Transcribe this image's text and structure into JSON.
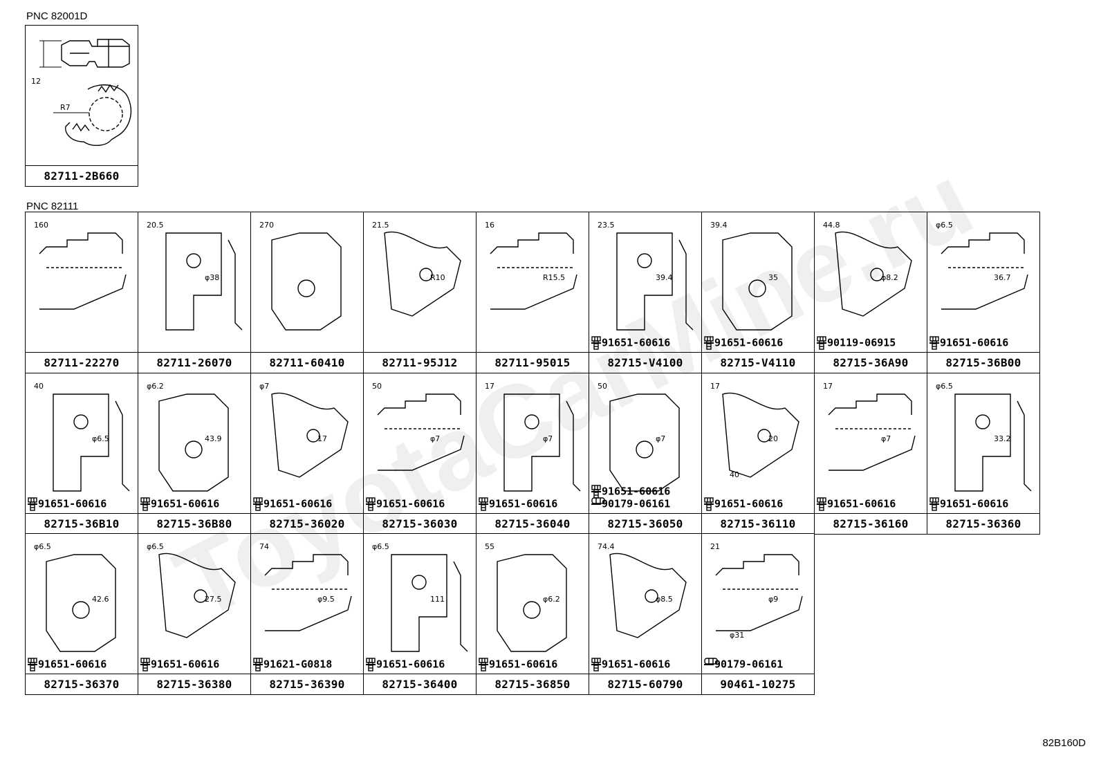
{
  "page": {
    "pnc_top": "PNC 82001D",
    "pnc_main": "PNC 82111",
    "figure_code": "82B160D",
    "watermark": "ToyotaCarMine.ru"
  },
  "top_part": {
    "part_no": "82711-2B660",
    "dims": [
      "12",
      "R7"
    ]
  },
  "rows": [
    [
      {
        "part_no": "82711-22270",
        "dims": [
          "160"
        ],
        "fasteners": []
      },
      {
        "part_no": "82711-26070",
        "dims": [
          "20.5",
          "φ38"
        ],
        "fasteners": []
      },
      {
        "part_no": "82711-60410",
        "dims": [
          "270"
        ],
        "fasteners": []
      },
      {
        "part_no": "82711-95J12",
        "dims": [
          "21.5",
          "R10"
        ],
        "fasteners": []
      },
      {
        "part_no": "82711-95015",
        "dims": [
          "16",
          "R15.5"
        ],
        "fasteners": []
      },
      {
        "part_no": "82715-V4100",
        "dims": [
          "23.5",
          "39.4"
        ],
        "fasteners": [
          {
            "type": "bolt",
            "no": "91651-60616"
          }
        ]
      },
      {
        "part_no": "82715-V4110",
        "dims": [
          "39.4",
          "35"
        ],
        "fasteners": [
          {
            "type": "bolt",
            "no": "91651-60616"
          }
        ]
      },
      {
        "part_no": "82715-36A90",
        "dims": [
          "44.8",
          "φ8.2"
        ],
        "fasteners": [
          {
            "type": "bolt",
            "no": "90119-06915"
          }
        ]
      },
      {
        "part_no": "82715-36B00",
        "dims": [
          "φ6.5",
          "36.7"
        ],
        "fasteners": [
          {
            "type": "bolt",
            "no": "91651-60616"
          }
        ]
      }
    ],
    [
      {
        "part_no": "82715-36B10",
        "dims": [
          "40",
          "φ6.5"
        ],
        "fasteners": [
          {
            "type": "bolt",
            "no": "91651-60616"
          }
        ]
      },
      {
        "part_no": "82715-36B80",
        "dims": [
          "φ6.2",
          "43.9"
        ],
        "fasteners": [
          {
            "type": "bolt",
            "no": "91651-60616"
          }
        ]
      },
      {
        "part_no": "82715-36020",
        "dims": [
          "φ7",
          "17"
        ],
        "fasteners": [
          {
            "type": "bolt",
            "no": "91651-60616"
          }
        ]
      },
      {
        "part_no": "82715-36030",
        "dims": [
          "50",
          "φ7"
        ],
        "fasteners": [
          {
            "type": "bolt",
            "no": "91651-60616"
          }
        ]
      },
      {
        "part_no": "82715-36040",
        "dims": [
          "17",
          "φ7"
        ],
        "fasteners": [
          {
            "type": "bolt",
            "no": "91651-60616"
          }
        ]
      },
      {
        "part_no": "82715-36050",
        "dims": [
          "50",
          "φ7"
        ],
        "fasteners": [
          {
            "type": "bolt",
            "no": "91651-60616"
          },
          {
            "type": "nut",
            "no": "90179-06161"
          }
        ]
      },
      {
        "part_no": "82715-36110",
        "dims": [
          "17",
          "20",
          "40"
        ],
        "fasteners": [
          {
            "type": "bolt",
            "no": "91651-60616"
          }
        ]
      },
      {
        "part_no": "82715-36160",
        "dims": [
          "17",
          "φ7"
        ],
        "fasteners": [
          {
            "type": "bolt",
            "no": "91651-60616"
          }
        ]
      },
      {
        "part_no": "82715-36360",
        "dims": [
          "φ6.5",
          "33.2"
        ],
        "fasteners": [
          {
            "type": "bolt",
            "no": "91651-60616"
          }
        ]
      }
    ],
    [
      {
        "part_no": "82715-36370",
        "dims": [
          "φ6.5",
          "42.6"
        ],
        "fasteners": [
          {
            "type": "bolt",
            "no": "91651-60616"
          }
        ]
      },
      {
        "part_no": "82715-36380",
        "dims": [
          "φ6.5",
          "27.5"
        ],
        "fasteners": [
          {
            "type": "bolt",
            "no": "91651-60616"
          }
        ]
      },
      {
        "part_no": "82715-36390",
        "dims": [
          "74",
          "φ9.5"
        ],
        "fasteners": [
          {
            "type": "bolt",
            "no": "91621-G0818"
          }
        ]
      },
      {
        "part_no": "82715-36400",
        "dims": [
          "φ6.5",
          "111"
        ],
        "fasteners": [
          {
            "type": "bolt",
            "no": "91651-60616"
          }
        ]
      },
      {
        "part_no": "82715-36850",
        "dims": [
          "55",
          "φ6.2"
        ],
        "fasteners": [
          {
            "type": "bolt",
            "no": "91651-60616"
          }
        ]
      },
      {
        "part_no": "82715-60790",
        "dims": [
          "74.4",
          "φ8.5"
        ],
        "fasteners": [
          {
            "type": "bolt",
            "no": "91651-60616"
          }
        ]
      },
      {
        "part_no": "90461-10275",
        "dims": [
          "21",
          "φ9",
          "φ31"
        ],
        "fasteners": [
          {
            "type": "nut",
            "no": "90179-06161"
          }
        ]
      }
    ]
  ]
}
